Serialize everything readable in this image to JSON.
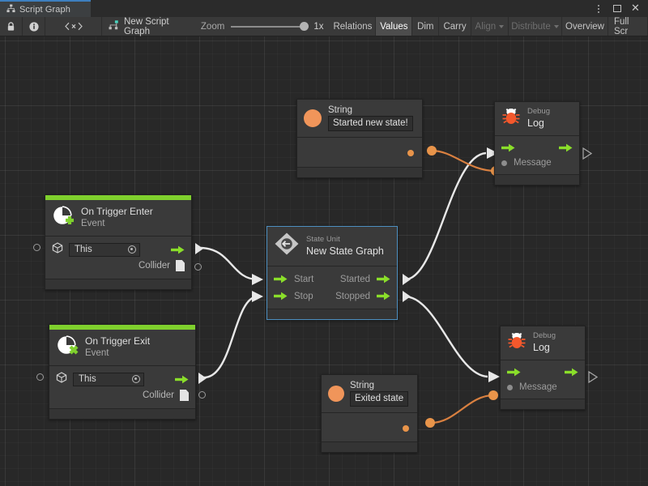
{
  "window": {
    "tab_label": "Script Graph",
    "tab_icon": "graph-icon",
    "controls": {
      "menu": "kebab-icon",
      "maximize": "maximize-icon",
      "close": "close-icon"
    }
  },
  "toolbar": {
    "lock_icon": "lock-icon",
    "info_icon": "info-icon",
    "code_icon": "code-brackets-icon",
    "graph_icon": "script-graph-icon",
    "graph_name": "New Script Graph",
    "zoom_label": "Zoom",
    "zoom_value": "1x",
    "buttons": [
      {
        "label": "Relations",
        "state": "normal"
      },
      {
        "label": "Values",
        "state": "active"
      },
      {
        "label": "Dim",
        "state": "normal"
      },
      {
        "label": "Carry",
        "state": "normal"
      },
      {
        "label": "Align",
        "state": "disabled",
        "caret": true
      },
      {
        "label": "Distribute",
        "state": "disabled",
        "caret": true
      },
      {
        "label": "Overview",
        "state": "normal"
      },
      {
        "label": "Full Scr",
        "state": "normal"
      }
    ]
  },
  "nodes": {
    "string_top": {
      "title": "String",
      "value": "Started new state!",
      "icon": "string-value-icon"
    },
    "debug_top": {
      "title": "Debug",
      "subtitle": "Log",
      "icon": "bug-icon",
      "input_port": "flow-in",
      "output_port": "flow-out",
      "message_label": "Message"
    },
    "on_trigger_enter": {
      "title": "On Trigger Enter",
      "subtitle": "Event",
      "icon": "event-enter-icon",
      "target_value": "This",
      "target_icon": "gameobject-icon",
      "collider_label": "Collider",
      "collider_icon": "collider-doc-icon"
    },
    "state_unit": {
      "title": "State Unit",
      "subtitle": "New  State  Graph",
      "icon": "state-unit-icon",
      "selected": true,
      "inputs": [
        "Start",
        "Stop"
      ],
      "outputs": [
        "Started",
        "Stopped"
      ]
    },
    "on_trigger_exit": {
      "title": "On Trigger Exit",
      "subtitle": "Event",
      "icon": "event-exit-icon",
      "target_value": "This",
      "target_icon": "gameobject-icon",
      "collider_label": "Collider",
      "collider_icon": "collider-doc-icon"
    },
    "string_bottom": {
      "title": "String",
      "value": "Exited state",
      "icon": "string-value-icon"
    },
    "debug_bottom": {
      "title": "Debug",
      "subtitle": "Log",
      "icon": "bug-icon",
      "input_port": "flow-in",
      "output_port": "flow-out",
      "message_label": "Message"
    }
  },
  "colors": {
    "accent_green": "#7fd02d",
    "flow_green": "#8ade2a",
    "value_orange": "#e8944a",
    "selection_blue": "#4d8fc0",
    "tab_accent": "#3d7fbf",
    "canvas_bg": "#282828",
    "node_bg": "#3a3a3a",
    "wire_white": "#e8e8e8"
  }
}
